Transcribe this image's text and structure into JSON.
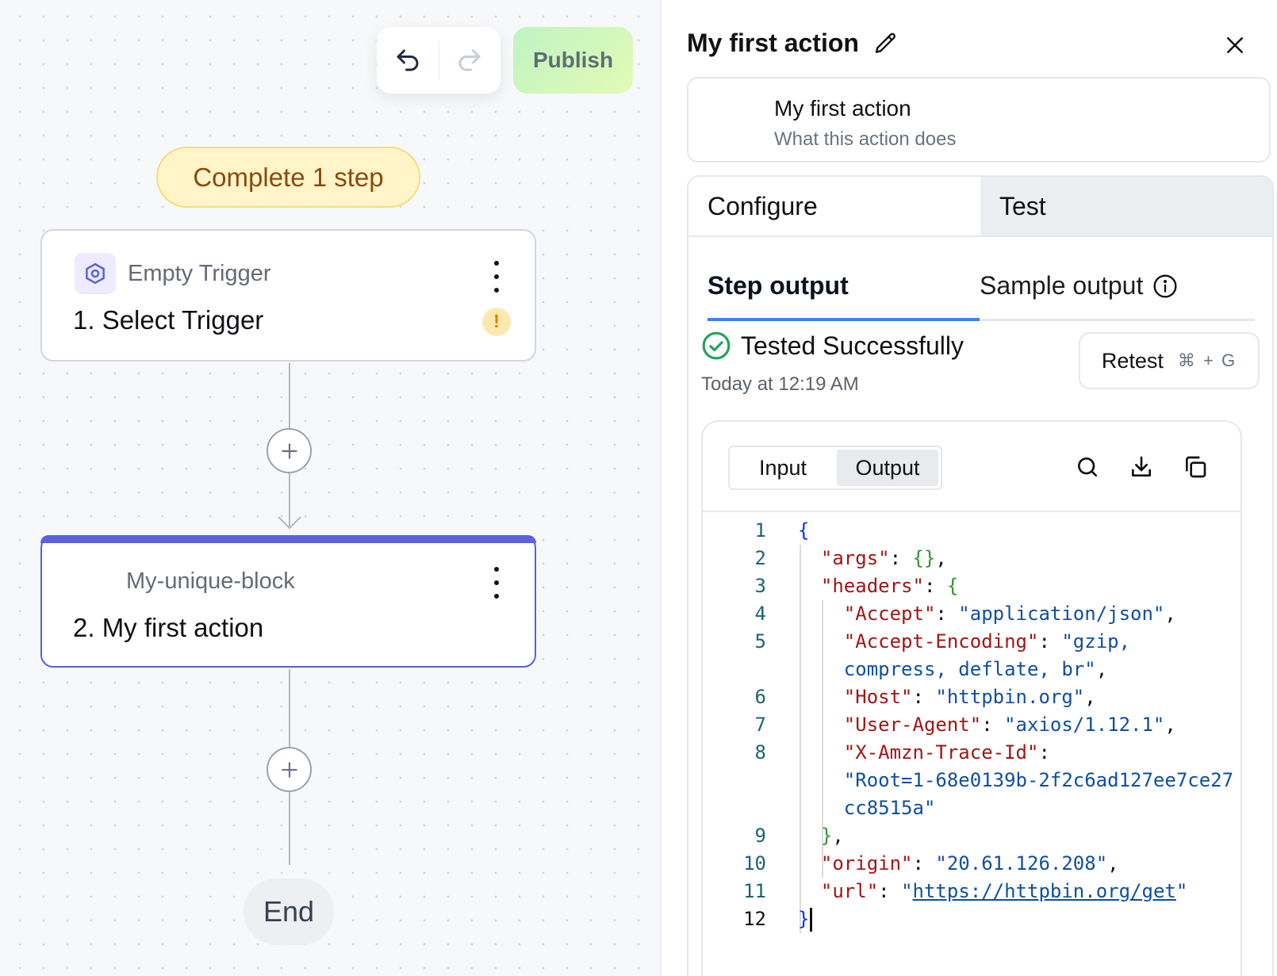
{
  "canvas": {
    "publish_label": "Publish",
    "complete_badge": "Complete 1 step",
    "trigger_node": {
      "piece_name": "Empty Trigger",
      "title": "1. Select Trigger",
      "warning": "!"
    },
    "action_node": {
      "piece_name": "My-unique-block",
      "title": "2. My first action"
    },
    "end_label": "End",
    "icons": [
      "undo-icon",
      "redo-icon",
      "trigger-piece-icon",
      "kebab-icon",
      "warning-icon",
      "plus-icon",
      "arrow-down-icon"
    ]
  },
  "panel": {
    "title": "My first action",
    "info": {
      "name": "My first action",
      "description": "What this action does"
    },
    "tabs": [
      "Configure",
      "Test"
    ],
    "active_tab": "Test",
    "sub_tabs": [
      "Step output",
      "Sample output"
    ],
    "active_sub_tab": "Step output",
    "status": {
      "text": "Tested Successfully",
      "time": "Today at 12:19 AM"
    },
    "retest": {
      "label": "Retest",
      "shortcut": "⌘ + G"
    },
    "output": {
      "segments": [
        "Input",
        "Output"
      ],
      "active_segment": "Output",
      "line_numbers": [
        "1",
        "2",
        "3",
        "4",
        "5",
        "",
        "6",
        "7",
        "8",
        "",
        "",
        "9",
        "10",
        "11",
        "12"
      ],
      "current_line": "12",
      "json": {
        "args_key": "\"args\"",
        "headers_key": "\"headers\"",
        "accept_key": "\"Accept\"",
        "accept_val": "\"application/json\"",
        "encoding_key": "\"Accept-Encoding\"",
        "encoding_val_1": "\"gzip,",
        "encoding_val_2": "compress, deflate, br\"",
        "host_key": "\"Host\"",
        "host_val": "\"httpbin.org\"",
        "agent_key": "\"User-Agent\"",
        "agent_val": "\"axios/1.12.1\"",
        "trace_key": "\"X-Amzn-Trace-Id\"",
        "trace_val_1": "\"Root=1-68e0139b-2f2c6ad127ee7ce27",
        "trace_val_2": "cc8515a\"",
        "origin_key": "\"origin\"",
        "origin_val": "\"20.61.126.208\"",
        "url_key": "\"url\"",
        "url_val": "https://httpbin.org/get"
      }
    }
  },
  "colors": {
    "accent": "#5b5fe0",
    "tab_underline": "#3b82f6",
    "success": "#22a35a",
    "warning_bg": "#fde9b0",
    "badge_bg": "#fff5c8",
    "badge_text": "#8a4b0e"
  }
}
